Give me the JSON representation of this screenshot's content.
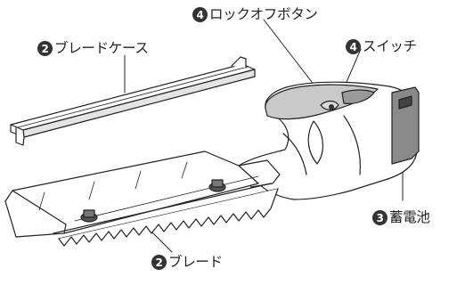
{
  "labels": {
    "blade_case": {
      "number": "2",
      "text": "ブレードケース"
    },
    "lock_off": {
      "number": "4",
      "text": "ロックオフボタン"
    },
    "switch": {
      "number": "4",
      "text": "スイッチ"
    },
    "battery": {
      "number": "3",
      "text": "蓄電池"
    },
    "blade": {
      "number": "2",
      "text": "ブレード"
    }
  },
  "colors": {
    "line": "#222222",
    "body_fill": "#ffffff",
    "handle_shade": "#c9c9c9",
    "battery_shade": "#8a8a8a",
    "badge": "#333333"
  }
}
